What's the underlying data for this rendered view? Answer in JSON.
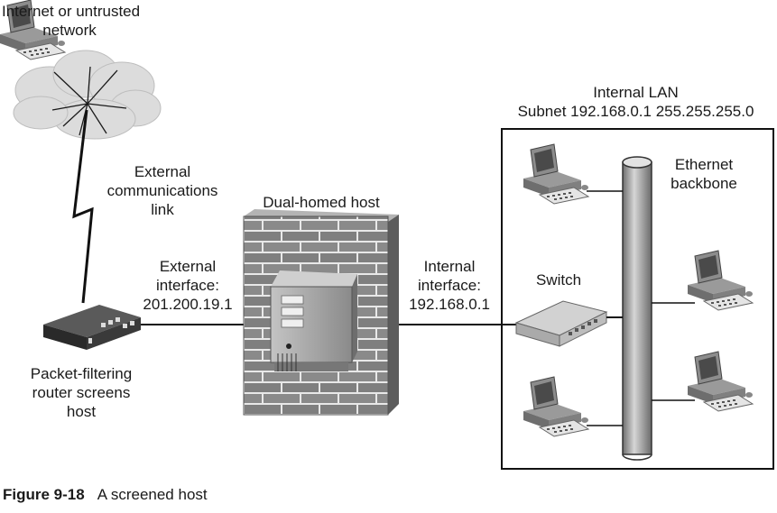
{
  "labels": {
    "internet": [
      "Internet or untrusted",
      "network"
    ],
    "ext_link": [
      "External",
      "communications",
      "link"
    ],
    "dual_homed": "Dual-homed host",
    "ext_interface": [
      "External",
      "interface:",
      "201.200.19.1"
    ],
    "int_interface": [
      "Internal",
      "interface:",
      "192.168.0.1"
    ],
    "router": [
      "Packet-filtering",
      "router screens",
      "host"
    ],
    "lan": [
      "Internal LAN",
      "Subnet 192.168.0.1 255.255.255.0"
    ],
    "switch": "Switch",
    "backbone": [
      "Ethernet",
      "backbone"
    ]
  },
  "caption": {
    "number": "Figure 9-18",
    "text": "A screened host"
  },
  "colors": {
    "line": "#111111",
    "cloud": "#dcdcdc",
    "brick": "#7f7f7f",
    "mortar": "#e8e8e8",
    "server": "#a9a9a9",
    "router": "#3a3a3a",
    "pipe": "#9a9a9a"
  },
  "icons": [
    "cloud-icon",
    "lightning-link-icon",
    "router-icon",
    "firewall-icon",
    "server-icon",
    "switch-icon",
    "computer-icon"
  ]
}
